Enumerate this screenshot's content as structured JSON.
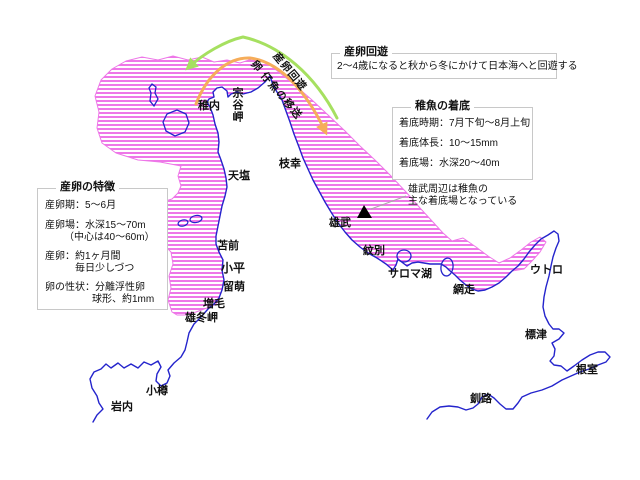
{
  "colors": {
    "coast": "#2424cc",
    "hatch": "#ee77e8",
    "green_arrow": "#a6e060",
    "orange_arrow": "#f6ad5a",
    "marker": "#000000",
    "leader": "#aaaaaa"
  },
  "rotated": {
    "migration": "産卵回遊",
    "transport": "卵 仔魚の移送"
  },
  "boxes": {
    "migration": {
      "title": "産卵回遊",
      "body": "2〜4歳になると秋から冬にかけて日本海へと回遊する"
    },
    "settlement": {
      "title": "稚魚の着底",
      "lines": [
        "着底時期：7月下旬〜8月上旬",
        "着底体長：10〜15mm",
        "着底場：水深20〜40m"
      ]
    },
    "features": {
      "title": "産卵の特徴",
      "lines": [
        "産卵期：5〜6月",
        "産卵場：水深15〜70m",
        "（中心は40〜60m）",
        "産卵：約1ヶ月間",
        "毎日少しづつ",
        "卵の性状：分離浮性卵",
        "球形、約1mm"
      ]
    }
  },
  "notes": {
    "omu": [
      "雄武周辺は稚魚の",
      "主な着底場となっている"
    ]
  },
  "places": [
    {
      "id": "wakkanai",
      "label": "稚内"
    },
    {
      "id": "soya-misaki",
      "label": "宗谷岬"
    },
    {
      "id": "teshio",
      "label": "天塩"
    },
    {
      "id": "esashi",
      "label": "枝幸"
    },
    {
      "id": "tomamae",
      "label": "苫前"
    },
    {
      "id": "obira",
      "label": "小平"
    },
    {
      "id": "rumoi",
      "label": "留萌"
    },
    {
      "id": "mashike",
      "label": "増毛"
    },
    {
      "id": "ofuyu-misaki",
      "label": "雄冬岬"
    },
    {
      "id": "otaru",
      "label": "小樽"
    },
    {
      "id": "iwanai",
      "label": "岩内"
    },
    {
      "id": "omu",
      "label": "雄武"
    },
    {
      "id": "monbetsu",
      "label": "紋別"
    },
    {
      "id": "saroma-ko",
      "label": "サロマ湖"
    },
    {
      "id": "abashiri",
      "label": "網走"
    },
    {
      "id": "utoro",
      "label": "ウトロ"
    },
    {
      "id": "shibetsu",
      "label": "標津"
    },
    {
      "id": "nemuro",
      "label": "根室"
    },
    {
      "id": "kushiro",
      "label": "釧路"
    }
  ]
}
